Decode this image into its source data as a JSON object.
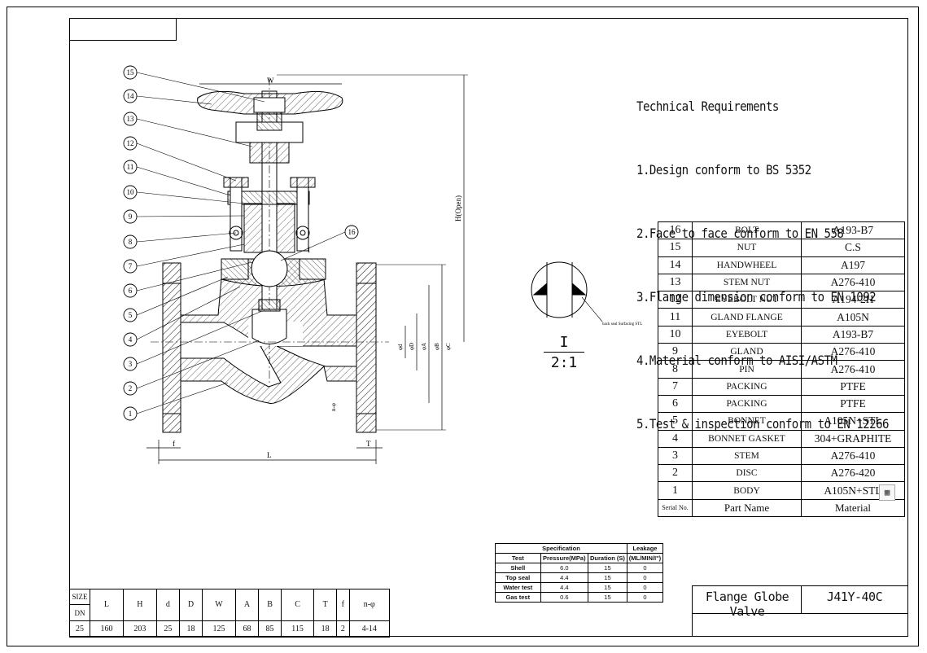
{
  "tech_requirements": [
    "Technical Requirements",
    "1.Design conform to BS 5352",
    "2.Face to face conform to EN 558",
    "3.Flange dimension conform to EN 1092",
    "4.Material conform to AISI/ASTM",
    "5.Test & inspection conform to EN 12266"
  ],
  "balloons": [
    "15",
    "14",
    "13",
    "12",
    "11",
    "10",
    "9",
    "8",
    "7",
    "6",
    "5",
    "4",
    "3",
    "2",
    "1",
    "16"
  ],
  "drawing_labels": {
    "w": "W",
    "h_open": "H(Open)",
    "l": "L",
    "f": "f",
    "t": "T",
    "i_mark": "I",
    "d_dims": [
      "φd",
      "φD",
      "φA",
      "φB",
      "φC"
    ],
    "n_phi": "n-φ"
  },
  "detail": {
    "label": "I",
    "scale": "2:1",
    "note": "back seal Surfacing STL"
  },
  "parts_table": {
    "rows": [
      {
        "no": "16",
        "name": "BOLT",
        "material": "A193-B7"
      },
      {
        "no": "15",
        "name": "NUT",
        "material": "C.S"
      },
      {
        "no": "14",
        "name": "HANDWHEEL",
        "material": "A197"
      },
      {
        "no": "13",
        "name": "STEM NUT",
        "material": "A276-410"
      },
      {
        "no": "12",
        "name": "EYEBOLT NUT",
        "material": "A194-2H"
      },
      {
        "no": "11",
        "name": "GLAND FLANGE",
        "material": "A105N"
      },
      {
        "no": "10",
        "name": "EYEBOLT",
        "material": "A193-B7"
      },
      {
        "no": "9",
        "name": "GLAND",
        "material": "A276-410"
      },
      {
        "no": "8",
        "name": "PIN",
        "material": "A276-410"
      },
      {
        "no": "7",
        "name": "PACKING",
        "material": "PTFE"
      },
      {
        "no": "6",
        "name": "PACKING",
        "material": "PTFE"
      },
      {
        "no": "5",
        "name": "BONNET",
        "material": "A105N+STL"
      },
      {
        "no": "4",
        "name": "BONNET GASKET",
        "material": "304+GRAPHITE"
      },
      {
        "no": "3",
        "name": "STEM",
        "material": "A276-410"
      },
      {
        "no": "2",
        "name": "DISC",
        "material": "A276-420"
      },
      {
        "no": "1",
        "name": "BODY",
        "material": "A105N+STL"
      }
    ],
    "header": {
      "no": "Serial No.",
      "name": "Part Name",
      "material": "Material"
    }
  },
  "spec_table": {
    "specification": "Specification",
    "leakage": "Leakage",
    "col_test": "Test",
    "col_pressure": "Pressure(MPa)",
    "col_duration": "Duration (S)",
    "col_leak": "(ML/MIN/I\")",
    "rows": [
      {
        "test": "Shell",
        "pressure": "6.0",
        "duration": "15",
        "leak": "0"
      },
      {
        "test": "Top seal",
        "pressure": "4.4",
        "duration": "15",
        "leak": "0"
      },
      {
        "test": "Water test",
        "pressure": "4.4",
        "duration": "15",
        "leak": "0"
      },
      {
        "test": "Gas test",
        "pressure": "0.6",
        "duration": "15",
        "leak": "0"
      }
    ]
  },
  "dims_table": {
    "size": "SIZE",
    "dn": "DN",
    "headers": [
      "L",
      "H",
      "d",
      "D",
      "W",
      "A",
      "B",
      "C",
      "T",
      "f",
      "n-φ"
    ],
    "dn_value": "25",
    "values": [
      "160",
      "203",
      "25",
      "18",
      "125",
      "68",
      "85",
      "115",
      "18",
      "2",
      "4-14"
    ]
  },
  "title_block": {
    "name": "Flange Globe Valve",
    "code": "J41Y-40C"
  }
}
